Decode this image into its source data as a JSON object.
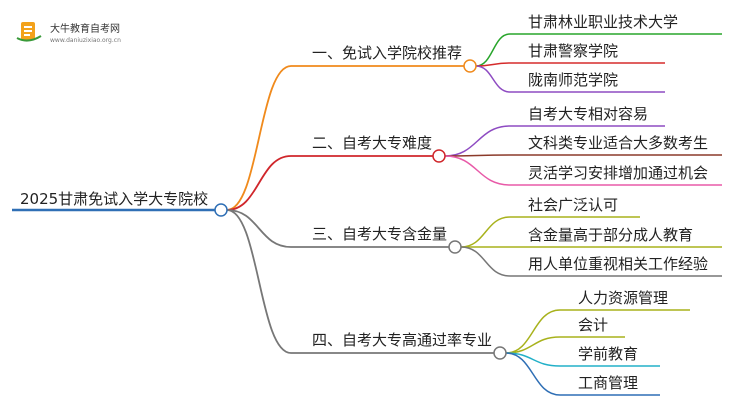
{
  "logo": {
    "name": "大牛教育自考网",
    "url": "www.daniuzixiao.org.cn"
  },
  "root": {
    "label": "2025甘肃免试入学大专院校",
    "color": "#2f6fb5"
  },
  "branches": [
    {
      "label": "一、免试入学院校推荐",
      "color": "#f08a1c",
      "children": [
        {
          "label": "甘肃林业职业技术大学",
          "color": "#28a52b"
        },
        {
          "label": "甘肃警察学院",
          "color": "#d52b2b"
        },
        {
          "label": "陇南师范学院",
          "color": "#8e4bc2"
        }
      ]
    },
    {
      "label": "二、自考大专难度",
      "color": "#d0262b",
      "children": [
        {
          "label": "自考大专相对容易",
          "color": "#8e4bc2"
        },
        {
          "label": "文科类专业适合大多数考生",
          "color": "#8b3a2a"
        },
        {
          "label": "灵活学习安排增加通过机会",
          "color": "#e85aa8"
        }
      ]
    },
    {
      "label": "三、自考大专含金量",
      "color": "#777777",
      "children": [
        {
          "label": "社会广泛认可",
          "color": "#a8b21c"
        },
        {
          "label": "含金量高于部分成人教育",
          "color": "#a8b21c"
        },
        {
          "label": "用人单位重视相关工作经验",
          "color": "#777777"
        }
      ]
    },
    {
      "label": "四、自考大专高通过率专业",
      "color": "#777777",
      "children": [
        {
          "label": "人力资源管理",
          "color": "#a8b21c"
        },
        {
          "label": "会计",
          "color": "#a8b21c"
        },
        {
          "label": "学前教育",
          "color": "#22b0c8"
        },
        {
          "label": "工商管理",
          "color": "#2f6fb5"
        }
      ]
    }
  ]
}
